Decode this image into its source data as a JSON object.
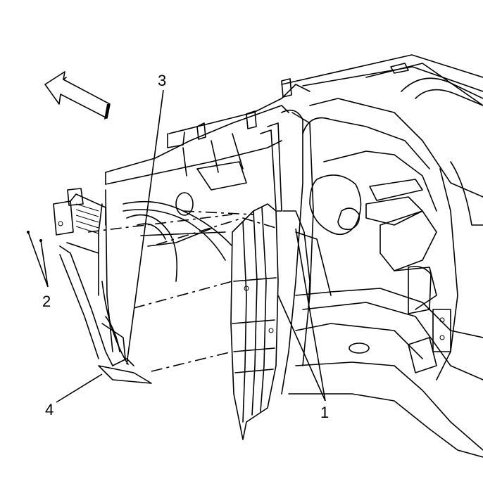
{
  "diagram": {
    "callouts": [
      {
        "id": "1",
        "label": "1"
      },
      {
        "id": "2",
        "label": "2"
      },
      {
        "id": "3",
        "label": "3"
      },
      {
        "id": "4",
        "label": "4"
      }
    ],
    "icons": [
      "front-direction-arrow-icon"
    ],
    "colors": {
      "line": "#000000",
      "background": "#ffffff"
    }
  }
}
